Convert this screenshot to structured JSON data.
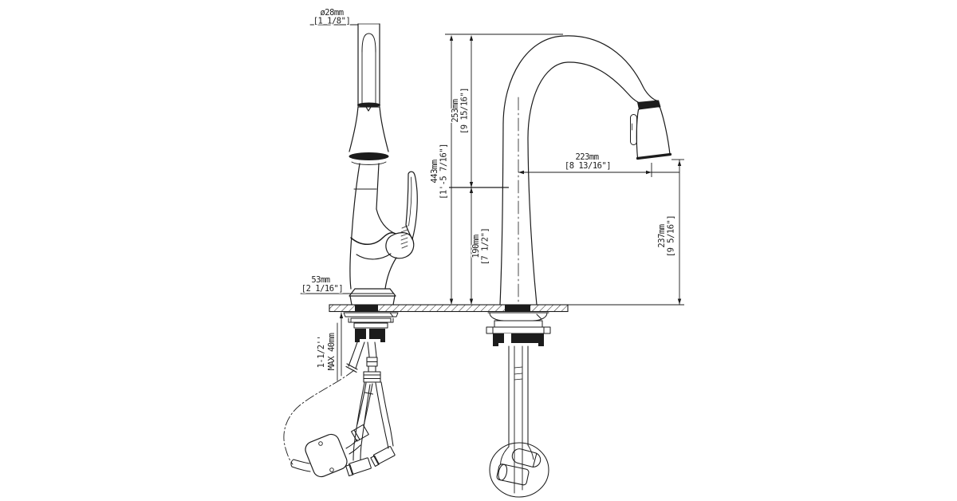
{
  "colors": {
    "line": "#1c1c1c",
    "background": "#ffffff"
  },
  "drawing_type": "faucet-installation-dimension-drawing",
  "dimensions": {
    "spout_diameter": {
      "metric": "ø28mm",
      "imperial": "[1 1/8\"]"
    },
    "total_height": {
      "metric": "443mm",
      "imperial": "[1'-5 7/16\"]"
    },
    "upper_height": {
      "metric": "253mm",
      "imperial": "[9 15/16\"]"
    },
    "lower_height": {
      "metric": "190mm",
      "imperial": "[7 1/2\"]"
    },
    "spout_reach": {
      "metric": "223mm",
      "imperial": "[8 13/16\"]"
    },
    "outlet_height": {
      "metric": "237mm",
      "imperial": "[9 5/16\"]"
    },
    "base_height": {
      "metric": "53mm",
      "imperial": "[2 1/16\"]"
    },
    "max_deck_thickness": {
      "imperial": "1-1/2''",
      "metric": "MAX 40mm"
    }
  }
}
